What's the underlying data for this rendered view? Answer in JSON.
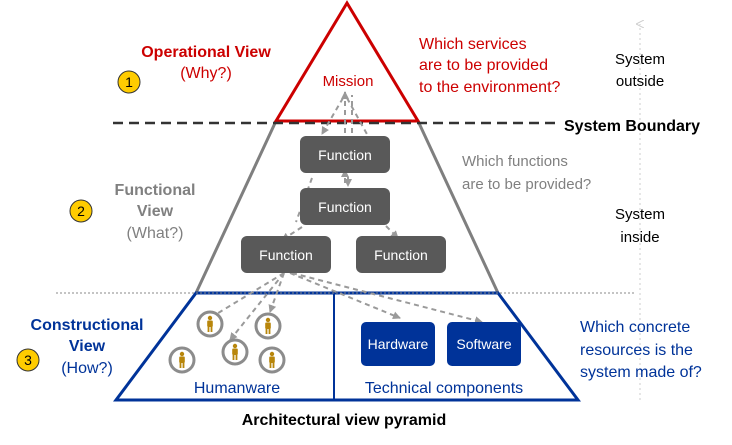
{
  "colors": {
    "red": "#cc0000",
    "gray": "#808080",
    "dark_gray": "#595959",
    "blue": "#003399",
    "box_blue": "#003399",
    "box_gray": "#595959",
    "badge": "#ffcc00",
    "person": "#b8860b"
  },
  "operational": {
    "badge": "1",
    "title": "Operational View",
    "subtitle": "(Why?)",
    "mission": "Mission",
    "question": [
      "Which services",
      "are to be provided",
      "to the environment?"
    ]
  },
  "boundary": {
    "label": "System Boundary"
  },
  "functional": {
    "badge": "2",
    "title": [
      "Functional",
      "View"
    ],
    "subtitle": "(What?)",
    "function_label": "Function",
    "question": [
      "Which functions",
      "are to be provided?"
    ]
  },
  "constructional": {
    "badge": "3",
    "title": [
      "Constructional",
      "View"
    ],
    "subtitle": "(How?)",
    "humanware": "Humanware",
    "technical": "Technical components",
    "hardware": "Hardware",
    "software": "Software",
    "question": [
      "Which concrete",
      "resources is the",
      "system made of?"
    ]
  },
  "side": {
    "outside": [
      "System",
      "outside"
    ],
    "inside": [
      "System",
      "inside"
    ]
  },
  "caption": "Architectural view pyramid"
}
